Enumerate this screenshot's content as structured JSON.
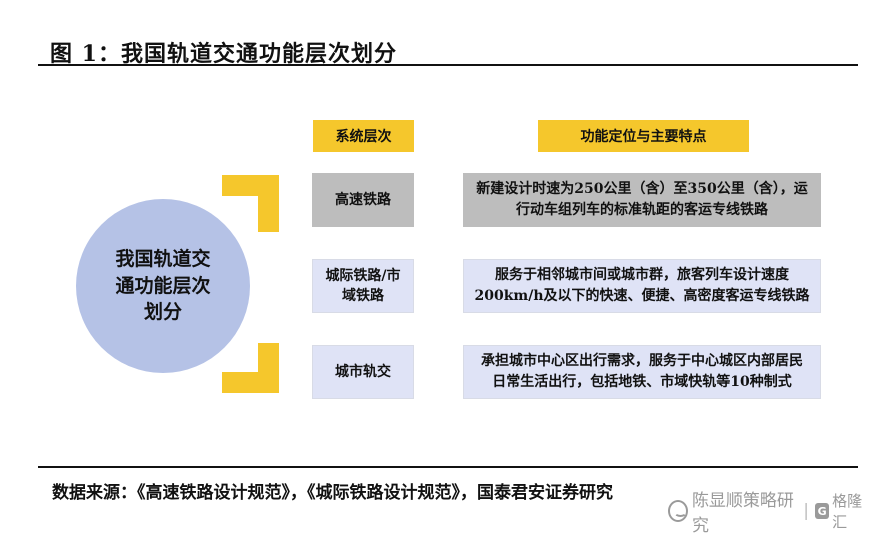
{
  "title": "图 1：我国轨道交通功能层次划分",
  "center_circle": {
    "lines": [
      "我国轨道交",
      "通功能层次",
      "划分"
    ]
  },
  "headers": {
    "level": "系统层次",
    "features": "功能定位与主要特点"
  },
  "rows": [
    {
      "level": [
        "高速铁路"
      ],
      "description": [
        "新建设计时速为250公里（含）至350公里（含），运",
        "行动车组列车的标准轨距的客运专线铁路"
      ]
    },
    {
      "level": [
        "城际铁路/市",
        "域铁路"
      ],
      "description": [
        "服务于相邻城市间或城市群，旅客列车设计速度",
        "200km/h及以下的快速、便捷、高密度客运专线铁路"
      ]
    },
    {
      "level": [
        "城市轨交"
      ],
      "description": [
        "承担城市中心区出行需求，服务于中心城区内部居民",
        "日常生活出行，包括地铁、市域快轨等10种制式"
      ]
    }
  ],
  "footer": "数据来源：《高速铁路设计规范》，《城际铁路设计规范》，国泰君安证券研究",
  "watermark": {
    "account": "陈显顺策略研究",
    "site_icon": "G",
    "site": "格隆汇"
  },
  "colors": {
    "accent_yellow": "#f5c72c",
    "row_gray": "#bdbdbd",
    "row_lavender": "#dfe3f6",
    "circle": "#b5c2e6"
  }
}
